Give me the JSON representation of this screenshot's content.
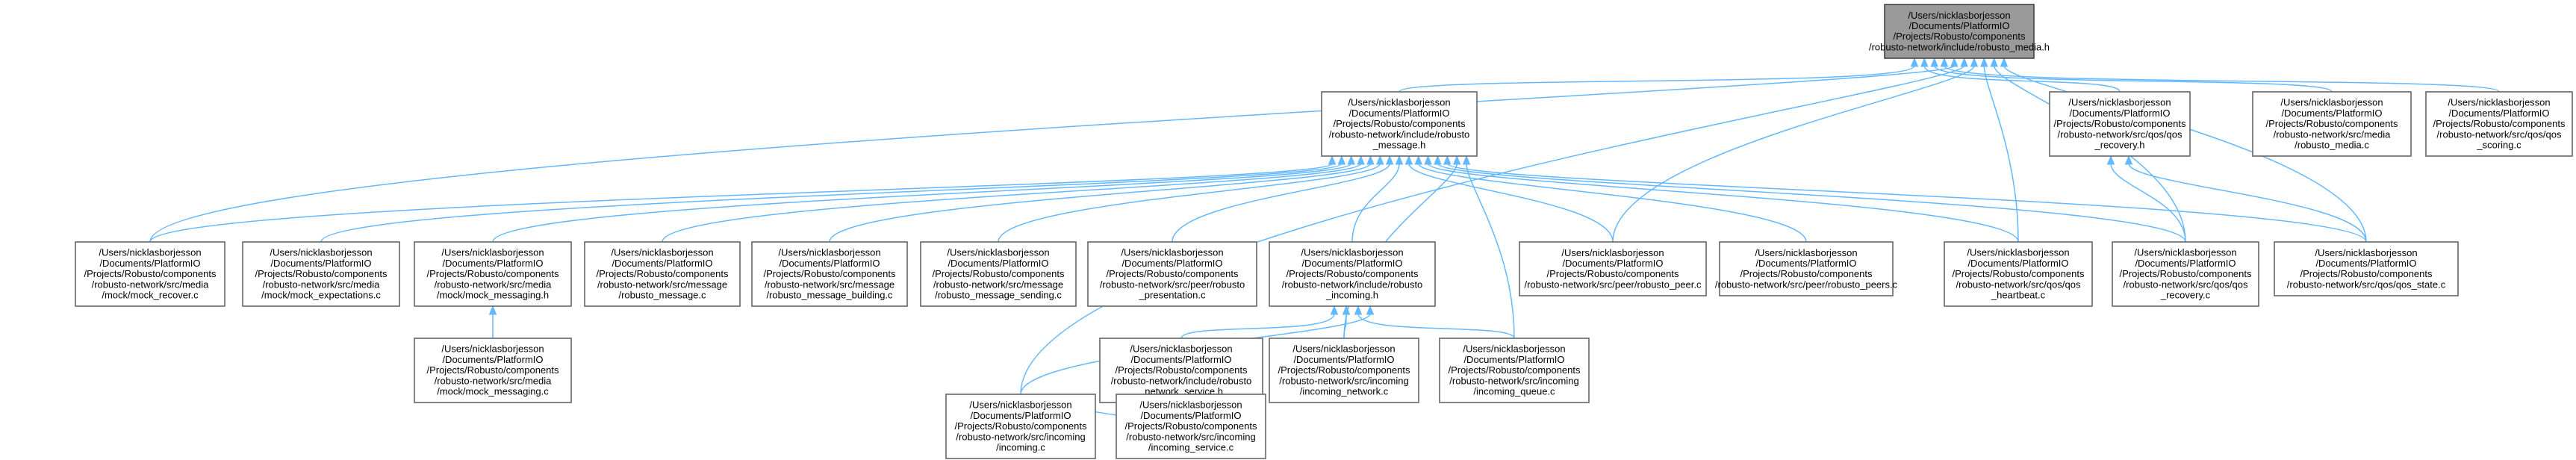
{
  "graph": {
    "nodes": [
      {
        "id": "root",
        "root": true,
        "lines": [
          "/Users/nicklasborjesson",
          "/Documents/PlatformIO",
          "/Projects/Robusto/components",
          "/robusto-network/include/robusto_media.h"
        ]
      },
      {
        "id": "message_h",
        "lines": [
          "/Users/nicklasborjesson",
          "/Documents/PlatformIO",
          "/Projects/Robusto/components",
          "/robusto-network/include/robusto",
          "_message.h"
        ]
      },
      {
        "id": "qos_recovery_h",
        "lines": [
          "/Users/nicklasborjesson",
          "/Documents/PlatformIO",
          "/Projects/Robusto/components",
          "/robusto-network/src/qos/qos",
          "_recovery.h"
        ]
      },
      {
        "id": "robusto_media_c",
        "lines": [
          "/Users/nicklasborjesson",
          "/Documents/PlatformIO",
          "/Projects/Robusto/components",
          "/robusto-network/src/media",
          "/robusto_media.c"
        ]
      },
      {
        "id": "qos_scoring_c",
        "lines": [
          "/Users/nicklasborjesson",
          "/Documents/PlatformIO",
          "/Projects/Robusto/components",
          "/robusto-network/src/qos/qos",
          "_scoring.c"
        ]
      },
      {
        "id": "mock_recover_c",
        "lines": [
          "/Users/nicklasborjesson",
          "/Documents/PlatformIO",
          "/Projects/Robusto/components",
          "/robusto-network/src/media",
          "/mock/mock_recover.c"
        ]
      },
      {
        "id": "mock_expectations_c",
        "lines": [
          "/Users/nicklasborjesson",
          "/Documents/PlatformIO",
          "/Projects/Robusto/components",
          "/robusto-network/src/media",
          "/mock/mock_expectations.c"
        ]
      },
      {
        "id": "mock_messaging_h",
        "lines": [
          "/Users/nicklasborjesson",
          "/Documents/PlatformIO",
          "/Projects/Robusto/components",
          "/robusto-network/src/media",
          "/mock/mock_messaging.h"
        ]
      },
      {
        "id": "robusto_message_c",
        "lines": [
          "/Users/nicklasborjesson",
          "/Documents/PlatformIO",
          "/Projects/Robusto/components",
          "/robusto-network/src/message",
          "/robusto_message.c"
        ]
      },
      {
        "id": "message_building_c",
        "lines": [
          "/Users/nicklasborjesson",
          "/Documents/PlatformIO",
          "/Projects/Robusto/components",
          "/robusto-network/src/message",
          "/robusto_message_building.c"
        ]
      },
      {
        "id": "message_sending_c",
        "lines": [
          "/Users/nicklasborjesson",
          "/Documents/PlatformIO",
          "/Projects/Robusto/components",
          "/robusto-network/src/message",
          "/robusto_message_sending.c"
        ]
      },
      {
        "id": "presentation_c",
        "lines": [
          "/Users/nicklasborjesson",
          "/Documents/PlatformIO",
          "/Projects/Robusto/components",
          "/robusto-network/src/peer/robusto",
          "_presentation.c"
        ]
      },
      {
        "id": "incoming_h",
        "lines": [
          "/Users/nicklasborjesson",
          "/Documents/PlatformIO",
          "/Projects/Robusto/components",
          "/robusto-network/include/robusto",
          "_incoming.h"
        ]
      },
      {
        "id": "robusto_peer_c",
        "lines": [
          "/Users/nicklasborjesson",
          "/Documents/PlatformIO",
          "/Projects/Robusto/components",
          "/robusto-network/src/peer/robusto_peer.c"
        ]
      },
      {
        "id": "robusto_peers_c",
        "lines": [
          "/Users/nicklasborjesson",
          "/Documents/PlatformIO",
          "/Projects/Robusto/components",
          "/robusto-network/src/peer/robusto_peers.c"
        ]
      },
      {
        "id": "qos_heartbeat_c",
        "lines": [
          "/Users/nicklasborjesson",
          "/Documents/PlatformIO",
          "/Projects/Robusto/components",
          "/robusto-network/src/qos/qos",
          "_heartbeat.c"
        ]
      },
      {
        "id": "qos_recovery_c",
        "lines": [
          "/Users/nicklasborjesson",
          "/Documents/PlatformIO",
          "/Projects/Robusto/components",
          "/robusto-network/src/qos/qos",
          "_recovery.c"
        ]
      },
      {
        "id": "qos_state_c",
        "lines": [
          "/Users/nicklasborjesson",
          "/Documents/PlatformIO",
          "/Projects/Robusto/components",
          "/robusto-network/src/qos/qos_state.c"
        ]
      },
      {
        "id": "mock_messaging_c",
        "lines": [
          "/Users/nicklasborjesson",
          "/Documents/PlatformIO",
          "/Projects/Robusto/components",
          "/robusto-network/src/media",
          "/mock/mock_messaging.c"
        ]
      },
      {
        "id": "network_service_h",
        "lines": [
          "/Users/nicklasborjesson",
          "/Documents/PlatformIO",
          "/Projects/Robusto/components",
          "/robusto-network/include/robusto",
          "_network_service.h"
        ]
      },
      {
        "id": "incoming_network_c",
        "lines": [
          "/Users/nicklasborjesson",
          "/Documents/PlatformIO",
          "/Projects/Robusto/components",
          "/robusto-network/src/incoming",
          "/incoming_network.c"
        ]
      },
      {
        "id": "incoming_queue_c",
        "lines": [
          "/Users/nicklasborjesson",
          "/Documents/PlatformIO",
          "/Projects/Robusto/components",
          "/robusto-network/src/incoming",
          "/incoming_queue.c"
        ]
      },
      {
        "id": "incoming_c",
        "lines": [
          "/Users/nicklasborjesson",
          "/Documents/PlatformIO",
          "/Projects/Robusto/components",
          "/robusto-network/src/incoming",
          "/incoming.c"
        ]
      },
      {
        "id": "incoming_service_c",
        "lines": [
          "/Users/nicklasborjesson",
          "/Documents/PlatformIO",
          "/Projects/Robusto/components",
          "/robusto-network/src/incoming",
          "/incoming_service.c"
        ]
      }
    ],
    "edges": [
      {
        "from": "message_h",
        "to": "root"
      },
      {
        "from": "qos_recovery_h",
        "to": "root"
      },
      {
        "from": "robusto_media_c",
        "to": "root"
      },
      {
        "from": "qos_scoring_c",
        "to": "root"
      },
      {
        "from": "mock_recover_c",
        "to": "root"
      },
      {
        "from": "incoming_c",
        "to": "root"
      },
      {
        "from": "robusto_peer_c",
        "to": "root"
      },
      {
        "from": "qos_heartbeat_c",
        "to": "root"
      },
      {
        "from": "qos_recovery_c",
        "to": "root"
      },
      {
        "from": "qos_state_c",
        "to": "root"
      },
      {
        "from": "mock_recover_c",
        "to": "message_h"
      },
      {
        "from": "mock_expectations_c",
        "to": "message_h"
      },
      {
        "from": "mock_messaging_h",
        "to": "message_h"
      },
      {
        "from": "robusto_message_c",
        "to": "message_h"
      },
      {
        "from": "message_building_c",
        "to": "message_h"
      },
      {
        "from": "message_sending_c",
        "to": "message_h"
      },
      {
        "from": "presentation_c",
        "to": "message_h"
      },
      {
        "from": "incoming_h",
        "to": "message_h"
      },
      {
        "from": "robusto_peer_c",
        "to": "message_h"
      },
      {
        "from": "robusto_peers_c",
        "to": "message_h"
      },
      {
        "from": "qos_heartbeat_c",
        "to": "message_h"
      },
      {
        "from": "qos_recovery_c",
        "to": "message_h"
      },
      {
        "from": "qos_state_c",
        "to": "message_h"
      },
      {
        "from": "incoming_network_c",
        "to": "message_h"
      },
      {
        "from": "incoming_queue_c",
        "to": "message_h"
      },
      {
        "from": "qos_recovery_c",
        "to": "qos_recovery_h"
      },
      {
        "from": "qos_state_c",
        "to": "qos_recovery_h"
      },
      {
        "from": "mock_messaging_c",
        "to": "mock_messaging_h"
      },
      {
        "from": "network_service_h",
        "to": "incoming_h"
      },
      {
        "from": "incoming_network_c",
        "to": "incoming_h"
      },
      {
        "from": "incoming_queue_c",
        "to": "incoming_h"
      },
      {
        "from": "incoming_c",
        "to": "incoming_h"
      },
      {
        "from": "incoming_c",
        "to": "network_service_h"
      },
      {
        "from": "incoming_service_c",
        "to": "network_service_h"
      }
    ]
  }
}
